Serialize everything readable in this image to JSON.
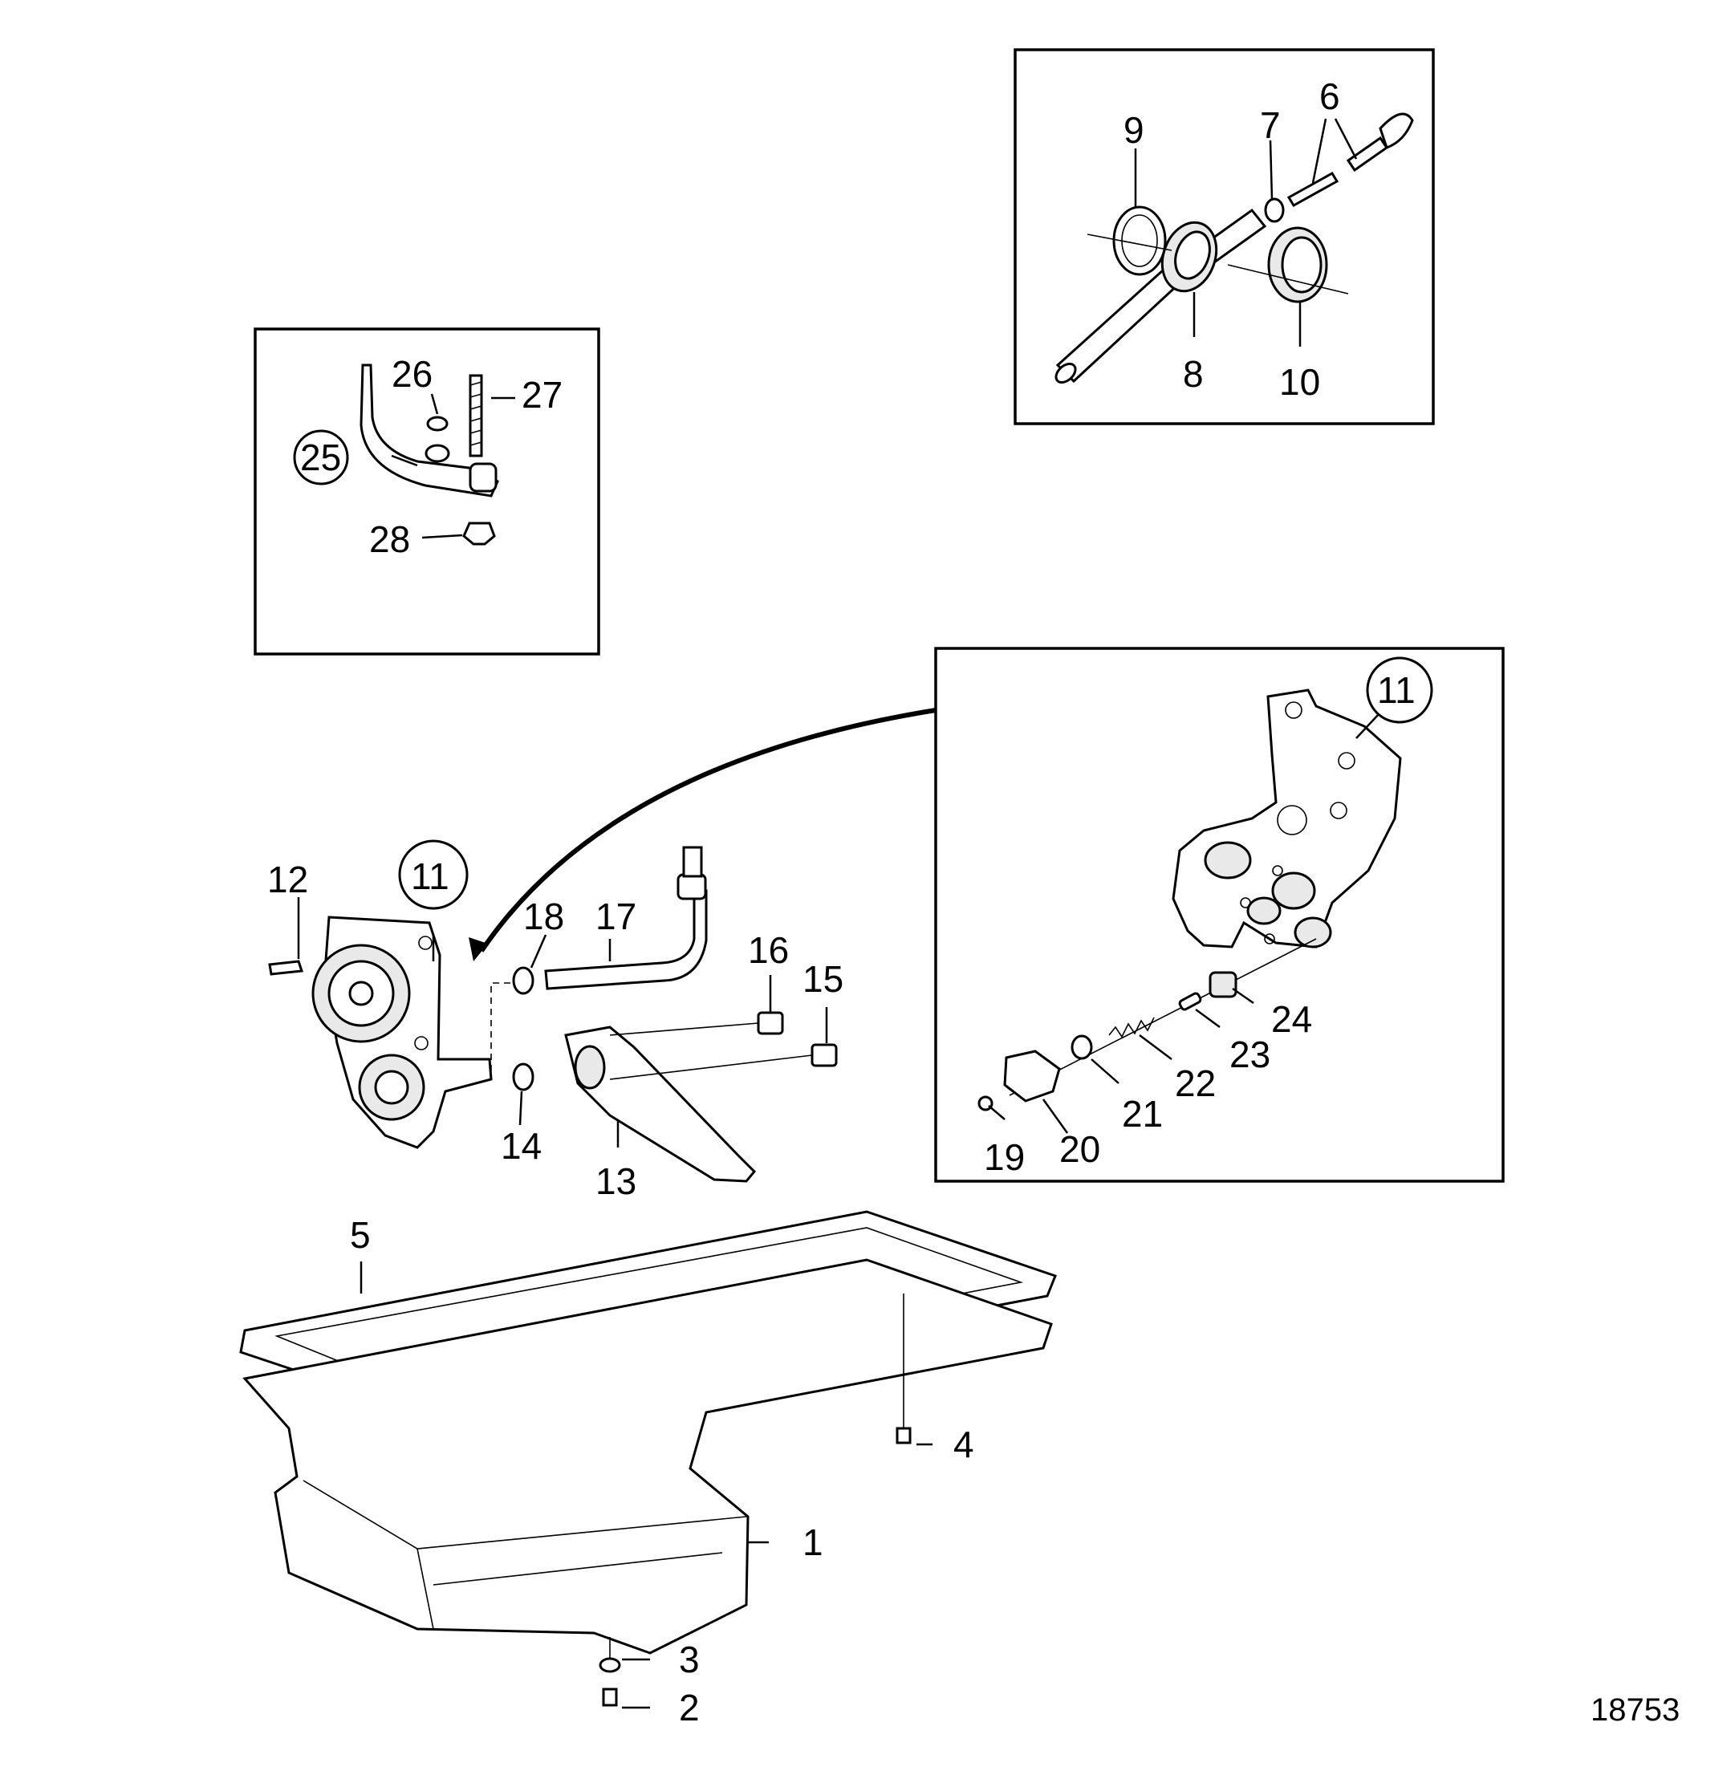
{
  "diagram": {
    "reference_number": "18753",
    "callouts": {
      "1": "1",
      "2": "2",
      "3": "3",
      "4": "4",
      "5": "5",
      "6": "6",
      "7": "7",
      "8": "8",
      "9": "9",
      "10": "10",
      "11a": "11",
      "11b": "11",
      "12": "12",
      "13": "13",
      "14": "14",
      "15": "15",
      "16": "16",
      "17": "17",
      "18": "18",
      "19": "19",
      "20": "20",
      "21": "21",
      "22": "22",
      "23": "23",
      "24": "24",
      "25": "25",
      "26": "26",
      "27": "27",
      "28": "28"
    }
  }
}
